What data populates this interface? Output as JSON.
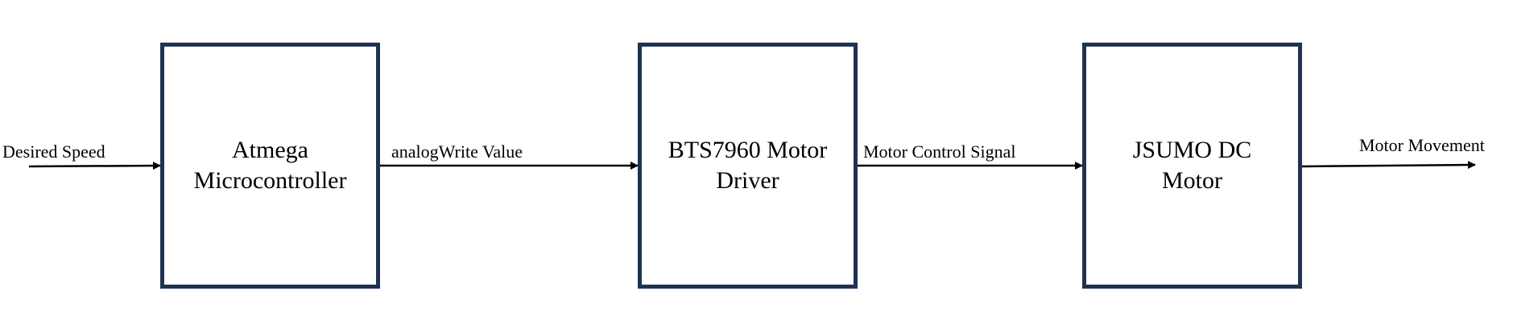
{
  "blocks": [
    {
      "id": "b1",
      "lines": [
        "Atmega",
        "Microcontroller"
      ]
    },
    {
      "id": "b2",
      "lines": [
        "BTS7960 Motor",
        "Driver"
      ]
    },
    {
      "id": "b3",
      "lines": [
        "JSUMO DC",
        "Motor"
      ]
    }
  ],
  "edges": {
    "input": "Desired Speed",
    "b1_to_b2": "analogWrite Value",
    "b2_to_b3": "Motor Control Signal",
    "output": "Motor Movement"
  },
  "colors": {
    "block_border": "#1f3253",
    "arrow": "#000000"
  }
}
